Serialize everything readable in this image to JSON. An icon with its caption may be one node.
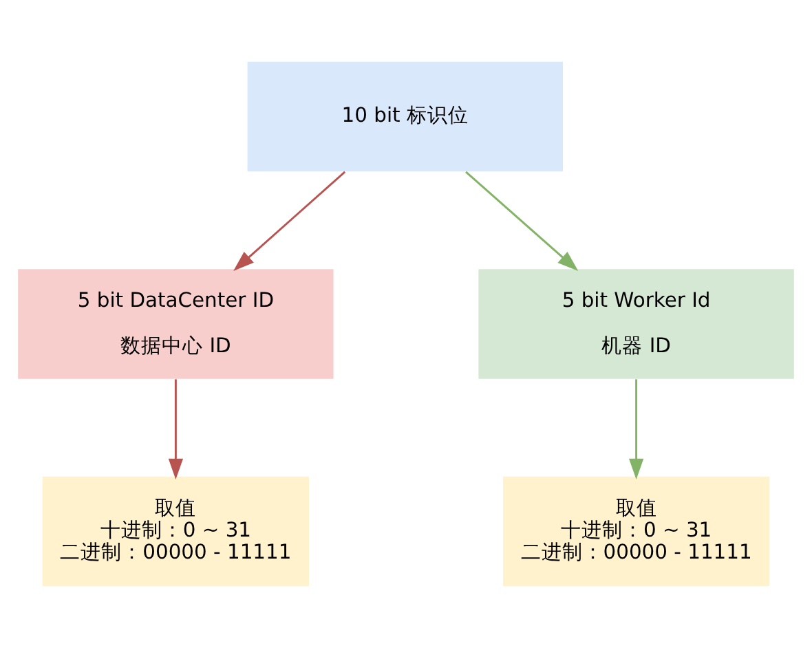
{
  "diagram": {
    "nodes": [
      {
        "text": [
          "10 bit 标识位"
        ]
      },
      {
        "text": [
          "5 bit DataCenter ID",
          "数据中心 ID"
        ]
      },
      {
        "text": [
          "5 bit Worker Id",
          "机器 ID"
        ]
      },
      {
        "text": [
          "取值",
          "十进制：0 ~ 31",
          "二进制：00000 - 11111"
        ]
      },
      {
        "text": [
          "取值",
          "十进制：0 ~ 31",
          "二进制：00000 - 11111"
        ]
      }
    ],
    "edges": [
      {
        "from": 0,
        "to": 1,
        "arrow": "to",
        "color": "#b85450"
      },
      {
        "from": 0,
        "to": 2,
        "arrow": "to",
        "color": "#82b366"
      },
      {
        "from": 1,
        "to": 3,
        "arrow": "to",
        "color": "#b85450"
      },
      {
        "from": 2,
        "to": 4,
        "arrow": "to",
        "color": "#82b366"
      }
    ]
  }
}
